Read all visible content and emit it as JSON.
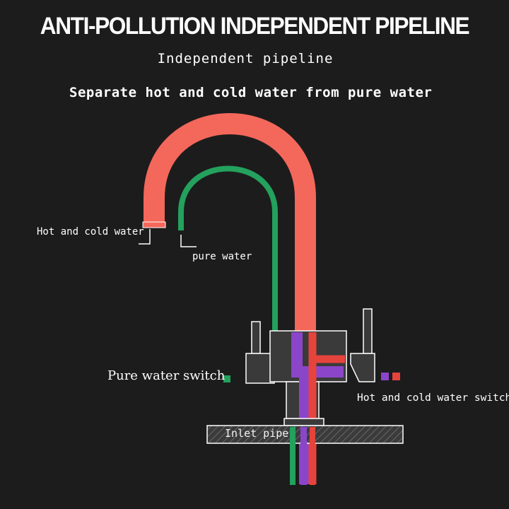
{
  "title": "ANTI-POLLUTION INDEPENDENT PIPELINE",
  "subtitle": "Independent pipeline",
  "description": "Separate hot and cold water from pure water",
  "labels": {
    "hot_cold_water": "Hot and cold water",
    "pure_water": "pure water",
    "pure_water_switch": "Pure water switch",
    "hot_cold_water_switch": "Hot and cold water switch",
    "inlet_pipe": "Inlet pipe"
  },
  "colors": {
    "background": "#1c1c1c",
    "hot_cold_pipe": "#f4675b",
    "pure_pipe": "#23a15d",
    "purple_pipe": "#8b45c9",
    "red_pipe": "#e7433d",
    "body": "#3a3a3a"
  }
}
